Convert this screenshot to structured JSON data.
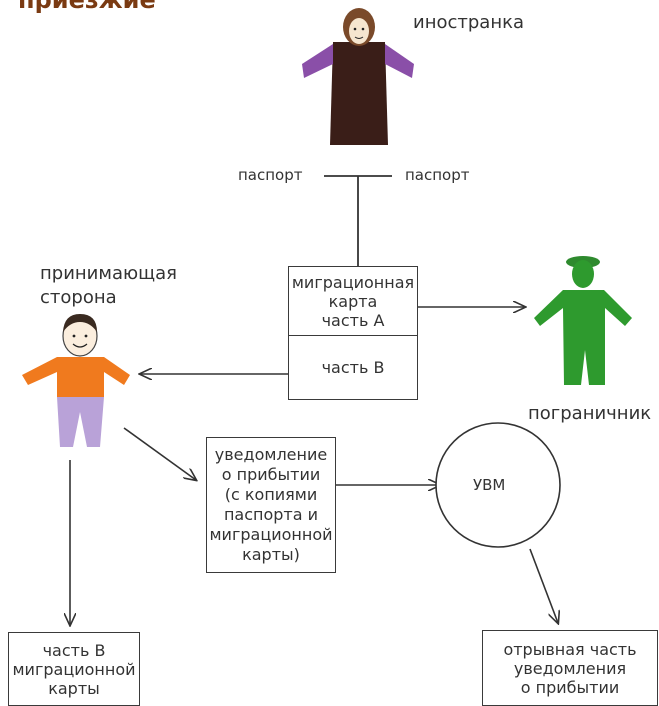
{
  "header": {
    "fragment": "приезжие"
  },
  "actors": {
    "foreigner": "иностранка",
    "host": "принимающая\nсторона",
    "border_guard": "пограничник"
  },
  "passport_labels": {
    "left": "паспорт",
    "right": "паспорт"
  },
  "migration_card": {
    "part_a": "миграционная\nкарта\nчасть А",
    "part_b": "часть В"
  },
  "notice_box": "уведомление\nо прибытии\n(с копиями\nпаспорта и\nмиграционной\nкарты)",
  "uvm": "УВМ",
  "host_keeps": "часть В\nмиграционной\nкарты",
  "detachable": "отрывная часть\nуведомления\nо прибытии",
  "colors": {
    "foreigner_dress": "#3a1e18",
    "foreigner_sleeve": "#8a4fa8",
    "host_shirt": "#f07a1e",
    "host_pants": "#b9a2d8",
    "guard_uniform": "#2e9a2e",
    "line": "#333333"
  }
}
